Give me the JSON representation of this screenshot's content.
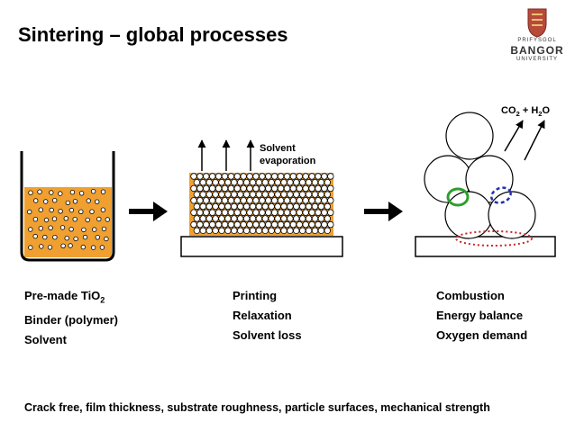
{
  "title": "Sintering – global processes",
  "logo": {
    "top_text": "PRIFYSGOL",
    "name": "BANGOR",
    "bottom_text": "UNIVERSITY"
  },
  "colors": {
    "liquid": "#f0a030",
    "substrate_stroke": "#000000",
    "green_ring": "#2e9e2e",
    "blue_ring": "#2233aa",
    "red_dots": "#cc2222"
  },
  "diagram": {
    "solvent_label_line1": "Solvent",
    "solvent_label_line2": "evaporation",
    "co2_label": {
      "co": "CO",
      "co_sub": "2",
      "plus": " + H",
      "h_sub": "2",
      "o": "O"
    }
  },
  "columns": [
    {
      "lines": [
        {
          "text": "Pre-made TiO",
          "sub": "2"
        },
        {
          "text": "Binder (polymer)",
          "sub": ""
        },
        {
          "text": "Solvent",
          "sub": ""
        }
      ]
    },
    {
      "lines": [
        {
          "text": "Printing",
          "sub": ""
        },
        {
          "text": "Relaxation",
          "sub": ""
        },
        {
          "text": "Solvent loss",
          "sub": ""
        }
      ]
    },
    {
      "lines": [
        {
          "text": "Combustion",
          "sub": ""
        },
        {
          "text": "Energy balance",
          "sub": ""
        },
        {
          "text": "Oxygen demand",
          "sub": ""
        }
      ]
    }
  ],
  "footer": "Crack free, film thickness, substrate roughness, particle surfaces, mechanical strength"
}
